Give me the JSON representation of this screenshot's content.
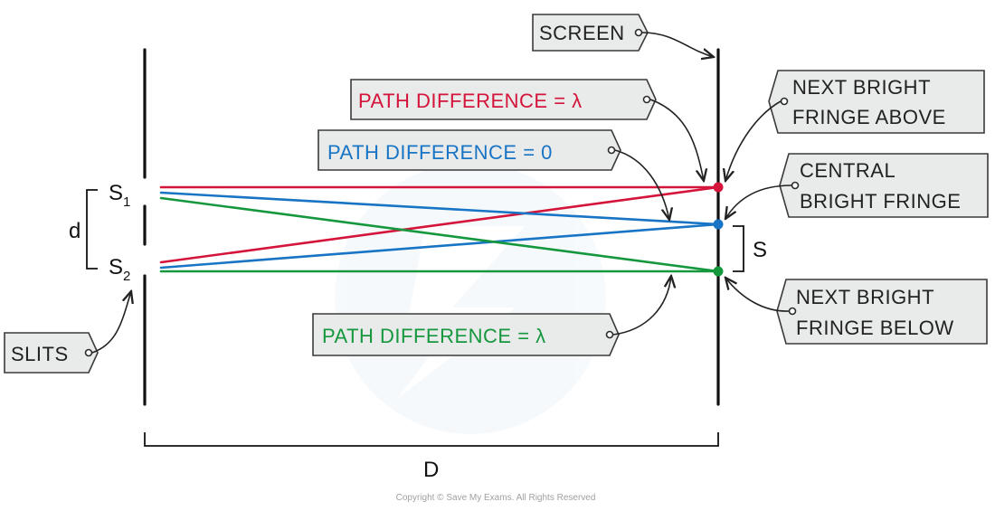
{
  "labels": {
    "screen": "SCREEN",
    "path_red": "PATH  DIFFERENCE = λ",
    "path_blue": "PATH  DIFFERENCE = 0",
    "path_green": "PATH  DIFFERENCE = λ",
    "next_above_1": "NEXT  BRIGHT",
    "next_above_2": "FRINGE  ABOVE",
    "central_1": "CENTRAL",
    "central_2": "BRIGHT  FRINGE",
    "next_below_1": "NEXT  BRIGHT",
    "next_below_2": "FRINGE  BELOW",
    "slits": "SLITS",
    "s1": "S",
    "s1_sub": "1",
    "s2": "S",
    "s2_sub": "2",
    "d": "d",
    "s": "S",
    "D": "D",
    "copyright": "Copyright © Save My Exams. All Rights Reserved"
  },
  "colors": {
    "red": "#d4143a",
    "blue": "#1874c4",
    "green": "#15973d",
    "line": "#111111"
  }
}
